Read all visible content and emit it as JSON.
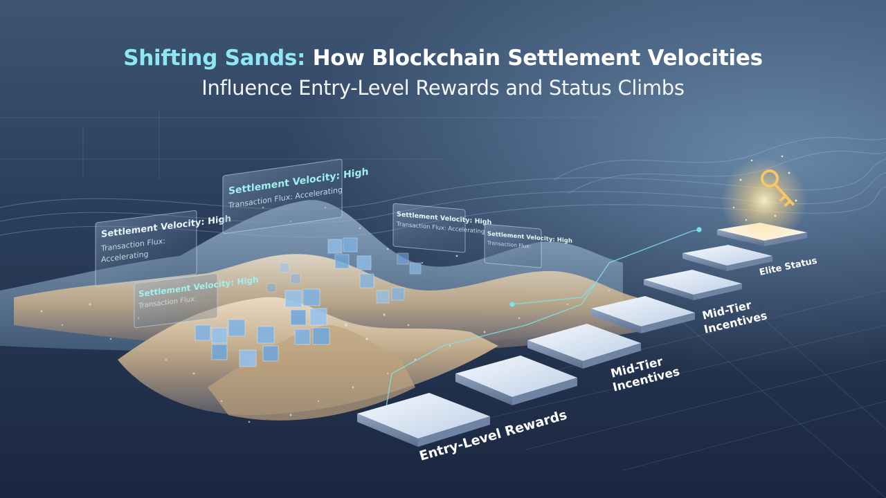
{
  "title": {
    "accent": "Shifting Sands:",
    "rest": "How Blockchain Settlement Velocities",
    "subtitle": "Influence Entry-Level Rewards and Status Climbs"
  },
  "panels": [
    {
      "title": "Settlement Velocity: High",
      "lines": [
        "Transaction Flux:",
        "Accelerating"
      ]
    },
    {
      "title": "Settlement Velocity: High",
      "lines": [
        "Transaction Flux:"
      ]
    },
    {
      "title": "Settlement Velocity: High",
      "lines": [
        "Transaction Flux: Accelerating"
      ]
    },
    {
      "title": "Settlement Velocity: High",
      "lines": [
        "Transaction Flux: Accelerating"
      ]
    },
    {
      "title": "Settlement Velocity: High",
      "lines": [
        "Transaction Flux:"
      ]
    }
  ],
  "tiers": {
    "entry": "Entry-Level Rewards",
    "mid_lower": [
      "Mid-Tier",
      "Incentives"
    ],
    "mid_upper": [
      "Mid-Tier",
      "Incentives"
    ],
    "elite": "Elite Status"
  },
  "colors": {
    "accent": "#8fe7f3",
    "background_top": "#3d5573",
    "background_bottom": "#1b2740",
    "sand": "#d9c4a3",
    "key_glow": "#ffd98a"
  },
  "icons": {
    "key": "key-icon"
  }
}
